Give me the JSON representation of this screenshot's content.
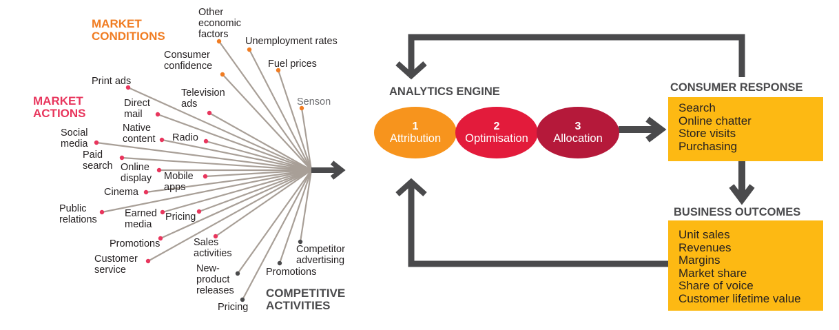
{
  "fan": {
    "market_conditions": {
      "heading": "MARKET\nCONDITIONS",
      "color": "#f07c22",
      "items": [
        "Other\neconomic\nfactors",
        "Unemployment rates",
        "Consumer\nconfidence",
        "Fuel prices",
        "Senson"
      ]
    },
    "market_actions": {
      "heading": "MARKET\nACTIONS",
      "color": "#e8365d",
      "items": [
        "Print ads",
        "Direct\nmail",
        "Television\nads",
        "Native\ncontent",
        "Radio",
        "Social\nmedia",
        "Paid\nsearch",
        "Online\ndisplay",
        "Mobile\napps",
        "Cinema",
        "Public\nrelations",
        "Earned\nmedia",
        "Pricing",
        "Promotions",
        "Customer\nservice",
        "Sales\nactivities"
      ]
    },
    "competitive_activities": {
      "heading": "COMPETITIVE\nACTIVITIES",
      "color": "#4a4a4c",
      "items": [
        "New-\nproduct\nreleases",
        "Pricing",
        "Promotions",
        "Competitor\nadvertising"
      ]
    }
  },
  "analytics_engine": {
    "title": "ANALYTICS ENGINE",
    "steps": [
      {
        "num": "1",
        "name": "Attribution",
        "color": "#f7941d"
      },
      {
        "num": "2",
        "name": "Optimisation",
        "color": "#e31b3b"
      },
      {
        "num": "3",
        "name": "Allocation",
        "color": "#b5193a"
      }
    ]
  },
  "consumer_response": {
    "title": "CONSUMER RESPONSE",
    "items": [
      "Search",
      "Online chatter",
      "Store visits",
      "Purchasing"
    ]
  },
  "business_outcomes": {
    "title": "BUSINESS OUTCOMES",
    "items": [
      "Unit sales",
      "Revenues",
      "Margins",
      "Market share",
      "Share of voice",
      "Customer lifetime value"
    ]
  },
  "colors": {
    "arrow": "#4a4a4c",
    "fan_line": "#a89f97",
    "box_fill": "#fdb913"
  }
}
